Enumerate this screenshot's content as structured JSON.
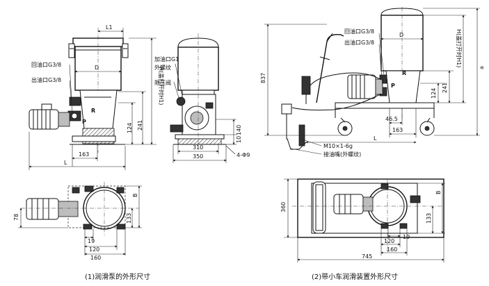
{
  "captions": {
    "pump": "(1)润滑泵的外形尺寸",
    "cart": "(2)带小车润滑装置外形尺寸"
  },
  "pump_front": {
    "L1": "L1",
    "D": "D",
    "return_port": "回油口G3/8",
    "outlet_port": "出油口G3/8",
    "R": "R",
    "P": "P",
    "H": "H(盖打开时H1)",
    "d124": "124",
    "d241": "241",
    "d163": "163",
    "L": "L"
  },
  "pump_side": {
    "inlet": "加油口G1",
    "inlet2": "外螺纹",
    "relief": "限压阀",
    "d140": "140",
    "d10": "10",
    "d310": "310",
    "d350": "350",
    "holes": "4-Φ9"
  },
  "pump_top": {
    "d78": "78",
    "d19": "19",
    "d120": "120",
    "d160": "160",
    "B": "B",
    "d133": "133"
  },
  "cart_front": {
    "return_port": "回油口G3/8",
    "outlet_port": "出油口G3/8",
    "D": "D",
    "P": "P",
    "R": "R",
    "d837": "837",
    "d124": "124",
    "d241": "241",
    "d46_5": "46.5",
    "d163": "163",
    "L": "L",
    "H": "H(盖打开时H1)",
    "a": "a",
    "thread": "M10×1-6g",
    "nozzle": "接油嘴(外螺纹)"
  },
  "cart_top": {
    "d360": "360",
    "B": "B",
    "d133": "133",
    "d19": "19",
    "d120": "120",
    "d160": "160",
    "d745": "745"
  }
}
